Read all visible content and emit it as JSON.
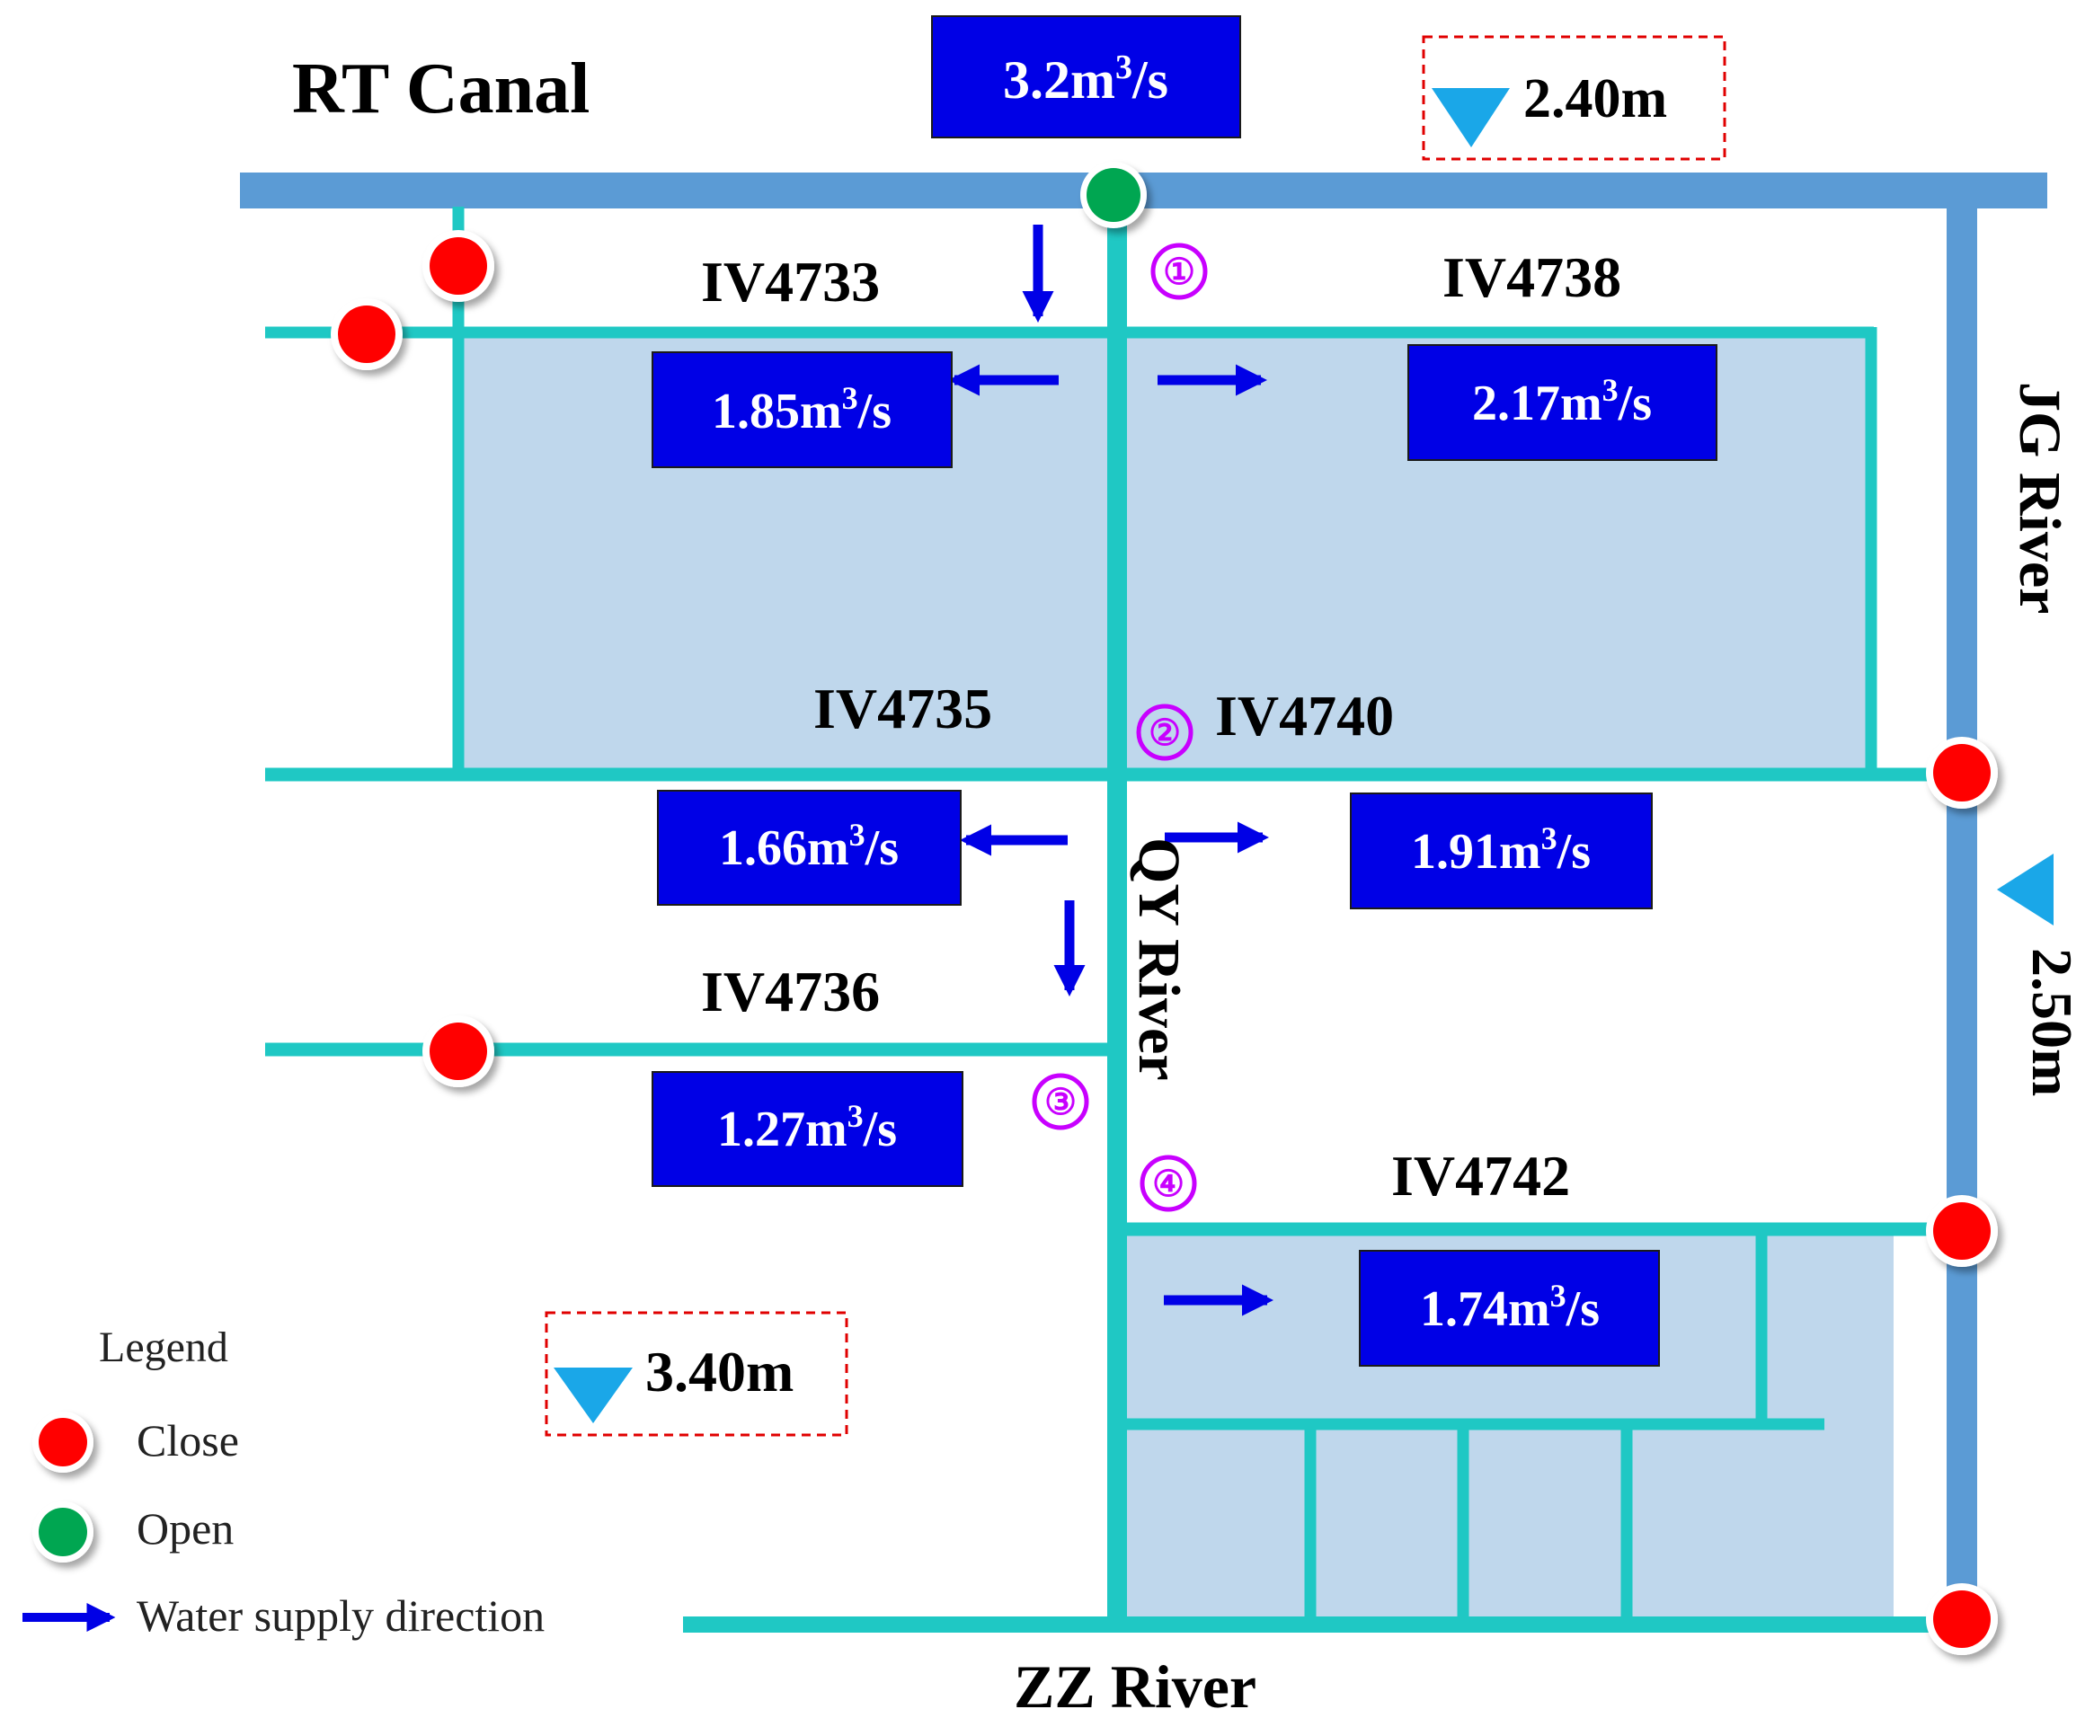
{
  "labels": {
    "rt_canal": "RT Canal",
    "jg_river": "JG River",
    "qy_river": "QY River",
    "zz_river": "ZZ River",
    "iv4733": "IV4733",
    "iv4738": "IV4738",
    "iv4735": "IV4735",
    "iv4740": "IV4740",
    "iv4736": "IV4736",
    "iv4742": "IV4742"
  },
  "flows": {
    "inflow": {
      "value": "3.2",
      "unit": "m",
      "sup": "3",
      "tail": "/s"
    },
    "iv4733": {
      "value": "1.85",
      "unit": "m",
      "sup": "3",
      "tail": "/s"
    },
    "iv4738": {
      "value": "2.17",
      "unit": "m",
      "sup": "3",
      "tail": "/s"
    },
    "iv4735": {
      "value": "1.66",
      "unit": "m",
      "sup": "3",
      "tail": "/s"
    },
    "iv4740": {
      "value": "1.91",
      "unit": "m",
      "sup": "3",
      "tail": "/s"
    },
    "iv4736": {
      "value": "1.27",
      "unit": "m",
      "sup": "3",
      "tail": "/s"
    },
    "iv4742": {
      "value": "1.74",
      "unit": "m",
      "sup": "3",
      "tail": "/s"
    }
  },
  "water_levels": {
    "rt_canal": "2.40m",
    "jg_river": "2.50m",
    "zz_river": "3.40m"
  },
  "nodes": [
    "①",
    "②",
    "③",
    "④"
  ],
  "legend": {
    "title": "Legend",
    "close": "Close",
    "open": "Open",
    "direction": "Water supply direction"
  },
  "colors": {
    "canal": "#5b9bd5",
    "channel": "#1fc8c4",
    "area": "#bfd7ec",
    "flow_box": "#0000e6",
    "arrow": "#0000e6",
    "gate_close": "#ff0000",
    "gate_open": "#00a651",
    "level_marker": "#1aa7e8",
    "node_number": "#c800ff",
    "dashed_box": "#e00000"
  },
  "icons": {
    "gate_close": "red-circle-icon",
    "gate_open": "green-circle-icon",
    "direction": "right-arrow-icon",
    "water_level": "inverted-triangle-icon"
  }
}
